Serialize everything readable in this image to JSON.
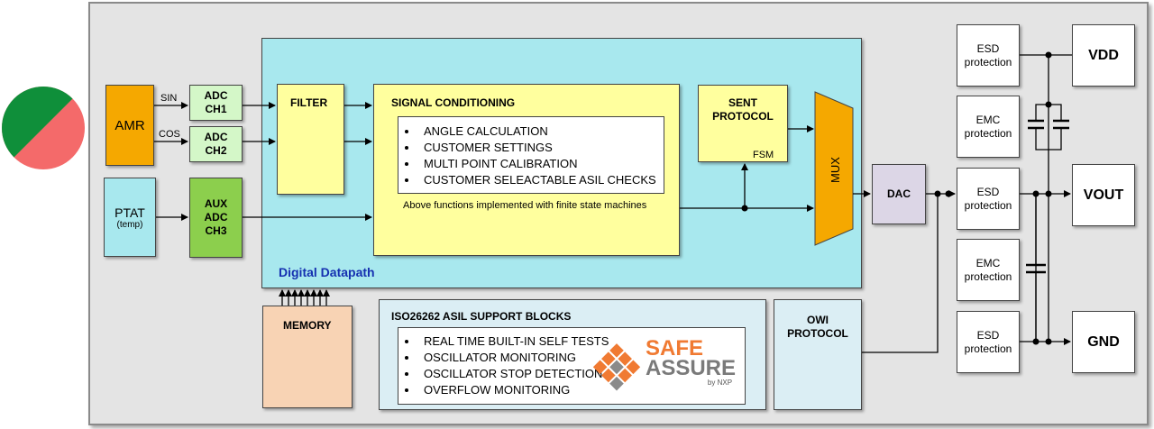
{
  "blocks": {
    "amr": "AMR",
    "ptat": "PTAT",
    "ptat_sub": "(temp)",
    "adc1_l1": "ADC",
    "adc1_l2": "CH1",
    "adc2_l1": "ADC",
    "adc2_l2": "CH2",
    "aux_l1": "AUX",
    "aux_l2": "ADC",
    "aux_l3": "CH3",
    "filter": "FILTER",
    "signal_conditioning": "SIGNAL CONDITIONING",
    "sc_items": [
      "ANGLE CALCULATION",
      "CUSTOMER SETTINGS",
      "MULTI POINT CALIBRATION",
      "CUSTOMER SELEACTABLE ASIL CHECKS"
    ],
    "sc_note": "Above functions implemented with finite state machines",
    "sent_l1": "SENT",
    "sent_l2": "PROTOCOL",
    "fsm": "FSM",
    "mux": "MUX",
    "datapath": "Digital Datapath",
    "memory": "MEMORY",
    "dac": "DAC",
    "iso_title": "ISO26262 ASIL SUPPORT BLOCKS",
    "iso_items": [
      "REAL TIME BUILT-IN SELF TESTS",
      "OSCILLATOR MONITORING",
      "OSCILLATOR STOP DETECTION",
      "OVERFLOW MONITORING"
    ],
    "owi_l1": "OWI",
    "owi_l2": "PROTOCOL",
    "esd_l1": "ESD",
    "emc_l1": "EMC",
    "prot": "protection"
  },
  "signals": {
    "sin": "SIN",
    "cos": "COS"
  },
  "pins": {
    "vdd": "VDD",
    "vout": "VOUT",
    "gnd": "GND"
  },
  "logo": {
    "l1": "SAFE",
    "l2": "ASSURE",
    "l3": "by NXP"
  },
  "colors": {
    "chip_bg": "#e4e4e4",
    "datapath": "#a8e8ee",
    "yellow_block": "#ffff9e",
    "adc": "#d4f7c8",
    "aux_adc": "#8ccf4d",
    "amr": "#f5a800",
    "ptat": "#a8e8ee",
    "memory": "#f8d3b4",
    "dac": "#dcd6e6",
    "iso_panel": "#dbeef4",
    "safe_orange": "#f07a32",
    "assure_gray": "#7a7a7a"
  }
}
